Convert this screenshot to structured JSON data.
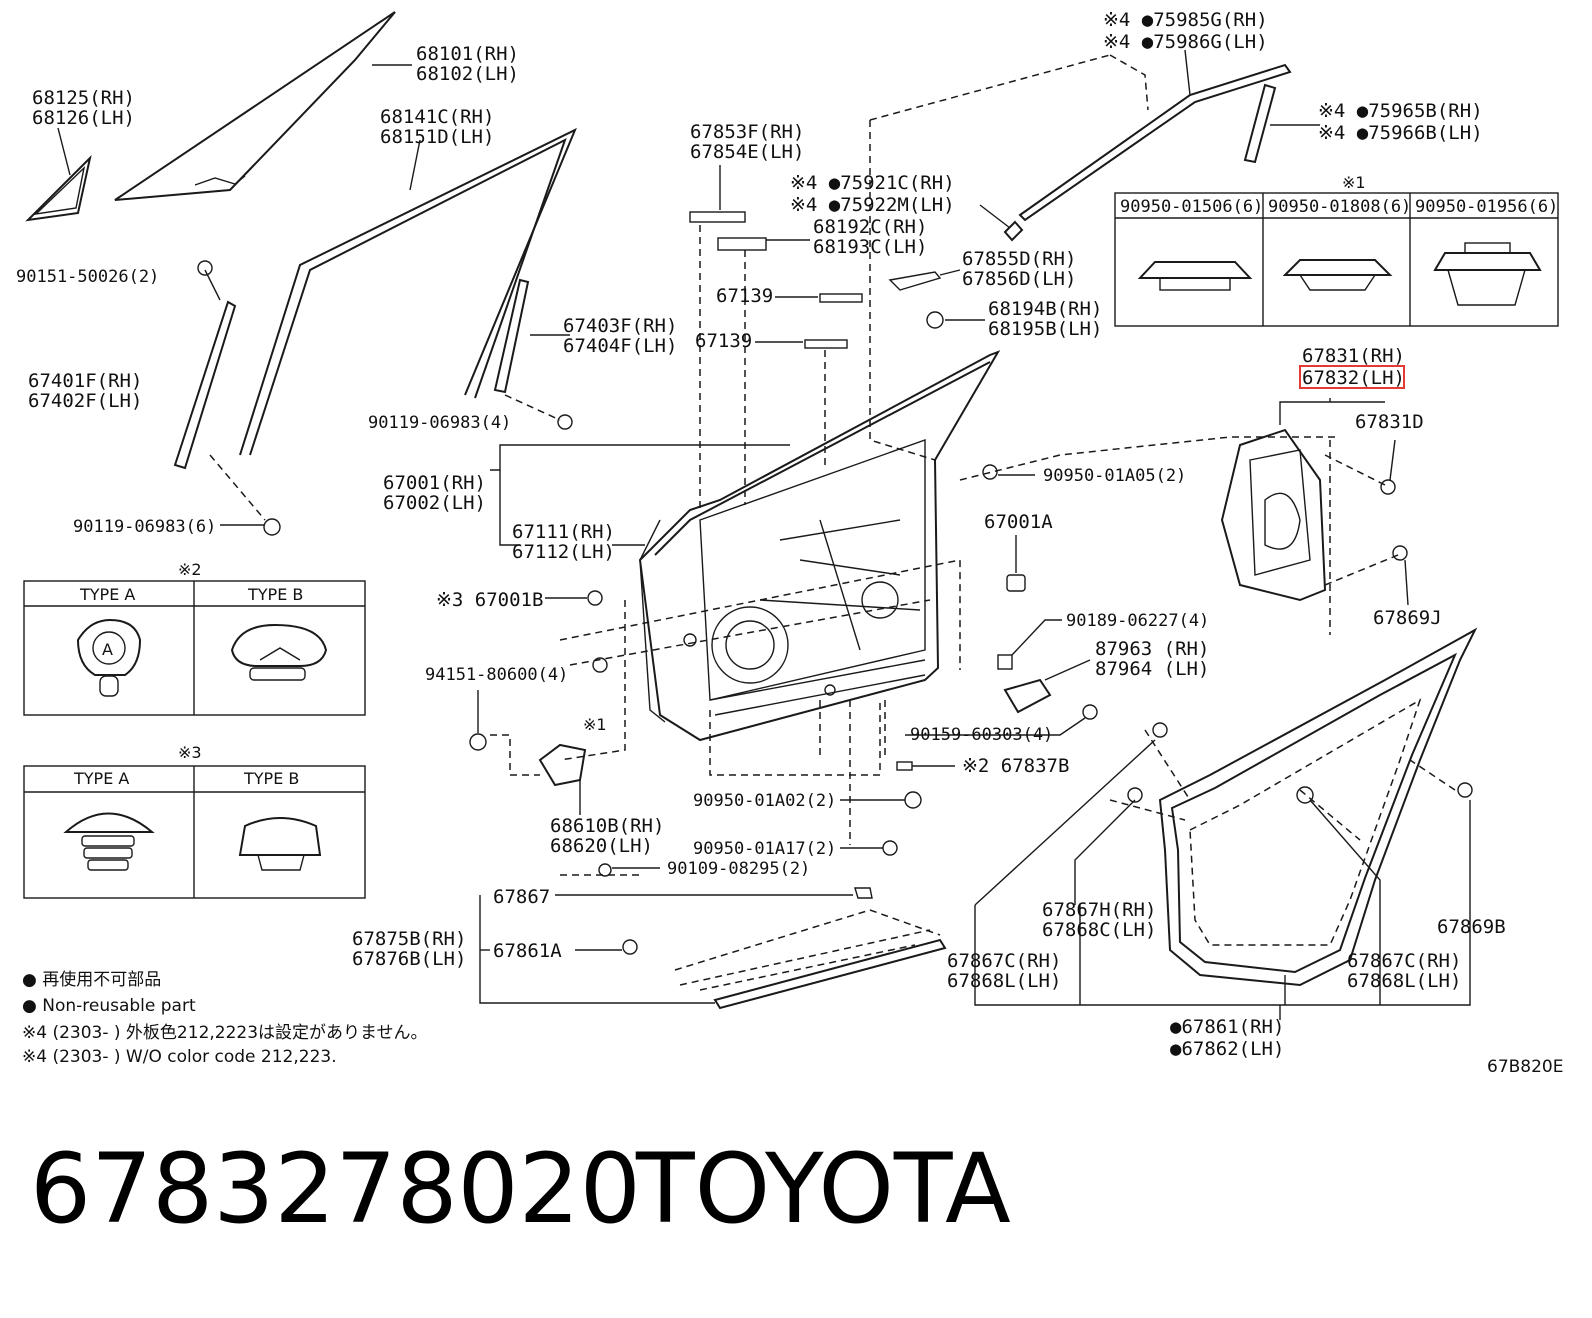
{
  "labels": {
    "l68101": "68101(RH)",
    "l68102": "68102(LH)",
    "l68125": "68125(RH)",
    "l68126": "68126(LH)",
    "l68141": "68141C(RH)",
    "l68151": "68151D(LH)",
    "l75985": "※4 ●75985G(RH)",
    "l75986": "※4 ●75986G(LH)",
    "l75965": "※4 ●75965B(RH)",
    "l75966": "※4 ●75966B(LH)",
    "l67853": "67853F(RH)",
    "l67854": "67854E(LH)",
    "l75921": "※4 ●75921C(RH)",
    "l75922": "※4 ●75922M(LH)",
    "l68192": "68192C(RH)",
    "l68193": "68193C(LH)",
    "l67855": "67855D(RH)",
    "l67856": "67856D(LH)",
    "l67139a": "67139",
    "l67139b": "67139",
    "l68194": "68194B(RH)",
    "l68195": "68195B(LH)",
    "l90151": "90151-50026(2)",
    "l67401": "67401F(RH)",
    "l67402": "67402F(LH)",
    "l67403": "67403F(RH)",
    "l67404": "67404F(LH)",
    "l90119a": "90119-06983(4)",
    "l90119b": "90119-06983(6)",
    "l67831rh": "67831(RH)",
    "l67832lh": "67832(LH)",
    "l67831d": "67831D",
    "l67001": "67001(RH)",
    "l67002": "67002(LH)",
    "l90950a05": "90950-01A05(2)",
    "l67111": "67111(RH)",
    "l67112": "67112(LH)",
    "l67001a": "67001A",
    "l67001b": "※3 67001B",
    "l67869j": "67869J",
    "l90189": "90189-06227(4)",
    "l87963": "87963 (RH)",
    "l87964": "87964 (LH)",
    "l94151": "94151-80600(4)",
    "l90159": "90159-60303(4)",
    "lx1": "※1",
    "l67837b": "※2 67837B",
    "l90950a02": "90950-01A02(2)",
    "l68610": "68610B(RH)",
    "l68620": "68620(LH)",
    "l90950a17": "90950-01A17(2)",
    "l90109": "90109-08295(2)",
    "l67867": "67867",
    "l67867h": "67867H(RH)",
    "l67868c": "67868C(LH)",
    "l67869b": "67869B",
    "l67875": "67875B(RH)",
    "l67876": "67876B(LH)",
    "l67861a": "67861A",
    "l67867c1": "67867C(RH)",
    "l67868l1": "67868L(LH)",
    "l67867c2": "67867C(RH)",
    "l67868l2": "67868L(LH)",
    "l67861": "●67861(RH)",
    "l67862": "●67862(LH)"
  },
  "clip_table": {
    "mark": "※1",
    "headers": [
      "90950-01506(6)",
      "90950-01808(6)",
      "90950-01956(6)"
    ]
  },
  "type_table_2": {
    "mark": "※2",
    "headers": [
      "TYPE A",
      "TYPE B"
    ]
  },
  "type_table_3": {
    "mark": "※3",
    "headers": [
      "TYPE A",
      "TYPE B"
    ]
  },
  "legend": {
    "jp_nonreusable": "● 再使用不可部品",
    "en_nonreusable": "● Non-reusable part",
    "jp_note4": "※4 (2303-     ) 外板色212,2223は設定がありません。",
    "en_note4": "※4 (2303-     ) W/O color code 212,223."
  },
  "figure_code": "67B820E",
  "caption": {
    "part_number": "6783278020",
    "brand": "TOYOTA"
  },
  "highlight_color": "#e53935"
}
